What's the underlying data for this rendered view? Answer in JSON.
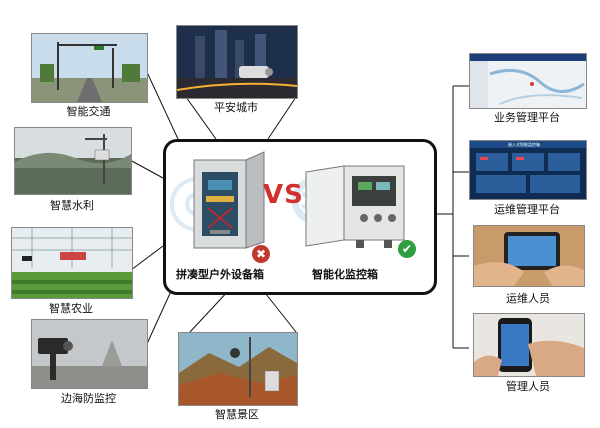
{
  "center": {
    "left_caption": "拼凑型户外设备箱",
    "right_caption": "智能化监控箱",
    "vs": "VS",
    "cross_glyph": "✖",
    "check_glyph": "✔"
  },
  "left_items": [
    {
      "label": "智能交通"
    },
    {
      "label": "智慧水利"
    },
    {
      "label": "智慧农业"
    },
    {
      "label": "边海防监控"
    }
  ],
  "top_item": {
    "label": "平安城市"
  },
  "bottom_item": {
    "label": "智慧景区"
  },
  "right_items": [
    {
      "label": "业务管理平台"
    },
    {
      "label": "运维管理平台"
    },
    {
      "label": "运维人员"
    },
    {
      "label": "管理人员"
    }
  ],
  "screen_title": "嵌入式智能监控箱",
  "colors": {
    "vs": "#d0312d",
    "cross": "#c0392b",
    "check": "#2e9e3e",
    "watermark": "#3c8cc8"
  }
}
